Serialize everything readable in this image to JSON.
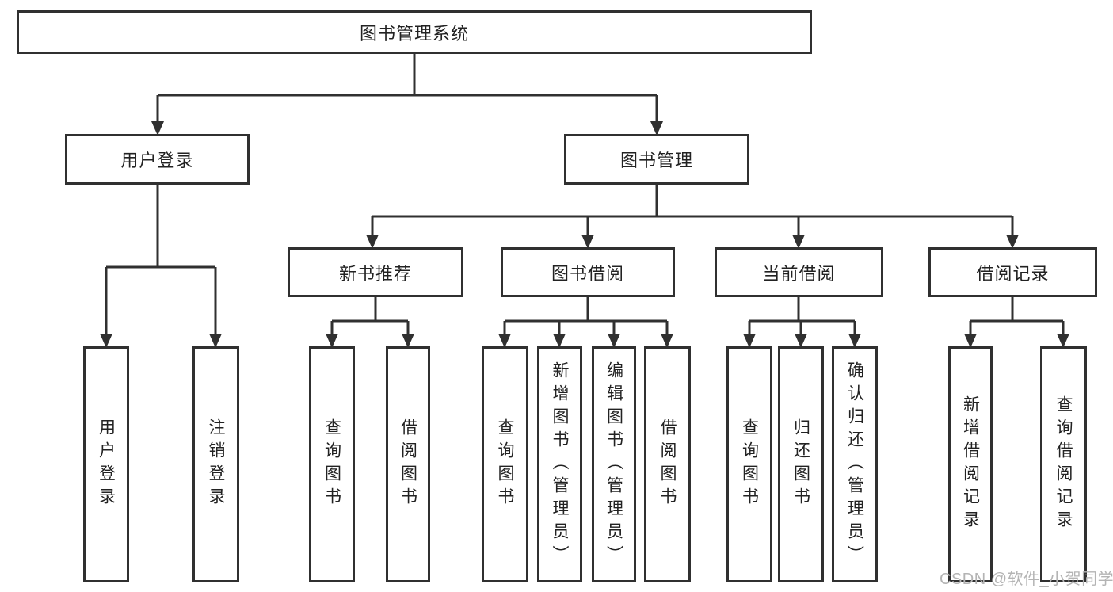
{
  "colors": {
    "line": "#303030",
    "text": "#222222",
    "watermark": "#b4b4b4",
    "background": "#ffffff"
  },
  "watermark": "CSDN @软件_小贺同学",
  "tree": {
    "label": "图书管理系统",
    "children": [
      {
        "label": "用户登录",
        "children": [
          {
            "label": "用户登录"
          },
          {
            "label": "注销登录"
          }
        ]
      },
      {
        "label": "图书管理",
        "children": [
          {
            "label": "新书推荐",
            "children": [
              {
                "label": "查询图书"
              },
              {
                "label": "借阅图书"
              }
            ]
          },
          {
            "label": "图书借阅",
            "children": [
              {
                "label": "查询图书"
              },
              {
                "label": "新增图书（管理员）"
              },
              {
                "label": "编辑图书（管理员）"
              },
              {
                "label": "借阅图书"
              }
            ]
          },
          {
            "label": "当前借阅",
            "children": [
              {
                "label": "查询图书"
              },
              {
                "label": "归还图书"
              },
              {
                "label": "确认归还（管理员）"
              }
            ]
          },
          {
            "label": "借阅记录",
            "children": [
              {
                "label": "新增借阅记录"
              },
              {
                "label": "查询借阅记录"
              }
            ]
          }
        ]
      }
    ]
  }
}
